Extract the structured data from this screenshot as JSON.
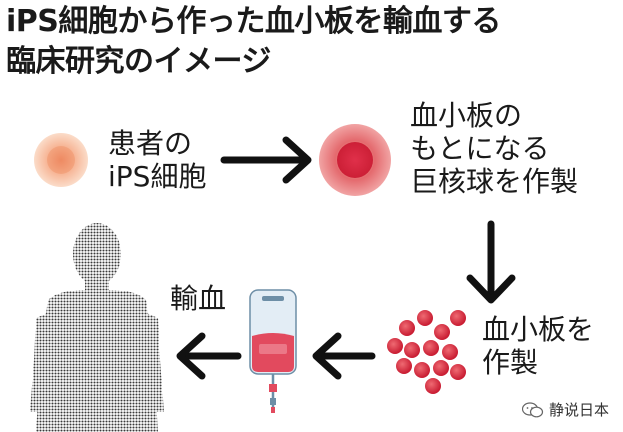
{
  "title": {
    "line1": "iPS細胞から作った血小板を輸血する",
    "line2": "臨床研究のイメージ"
  },
  "steps": {
    "patient_ips": [
      "患者の",
      "iPS細胞"
    ],
    "megakaryocyte": [
      "血小板の",
      "もとになる",
      "巨核球を作製"
    ],
    "platelets": [
      "血小板を",
      "作製"
    ],
    "transfusion": "輸血"
  },
  "watermark": "静说日本",
  "colors": {
    "cell_light": "#f2a582",
    "cell_red": "#d9263a",
    "platelet": "#d8263b",
    "silhouette": "#3a3a3a",
    "blood_bag": "#e24a5e",
    "arrow": "#111111"
  },
  "icons": [
    "ips-cell-icon",
    "megakaryocyte-icon",
    "platelets-icon",
    "blood-bag-icon",
    "person-silhouette-icon",
    "arrow-icon",
    "wechat-icon"
  ]
}
